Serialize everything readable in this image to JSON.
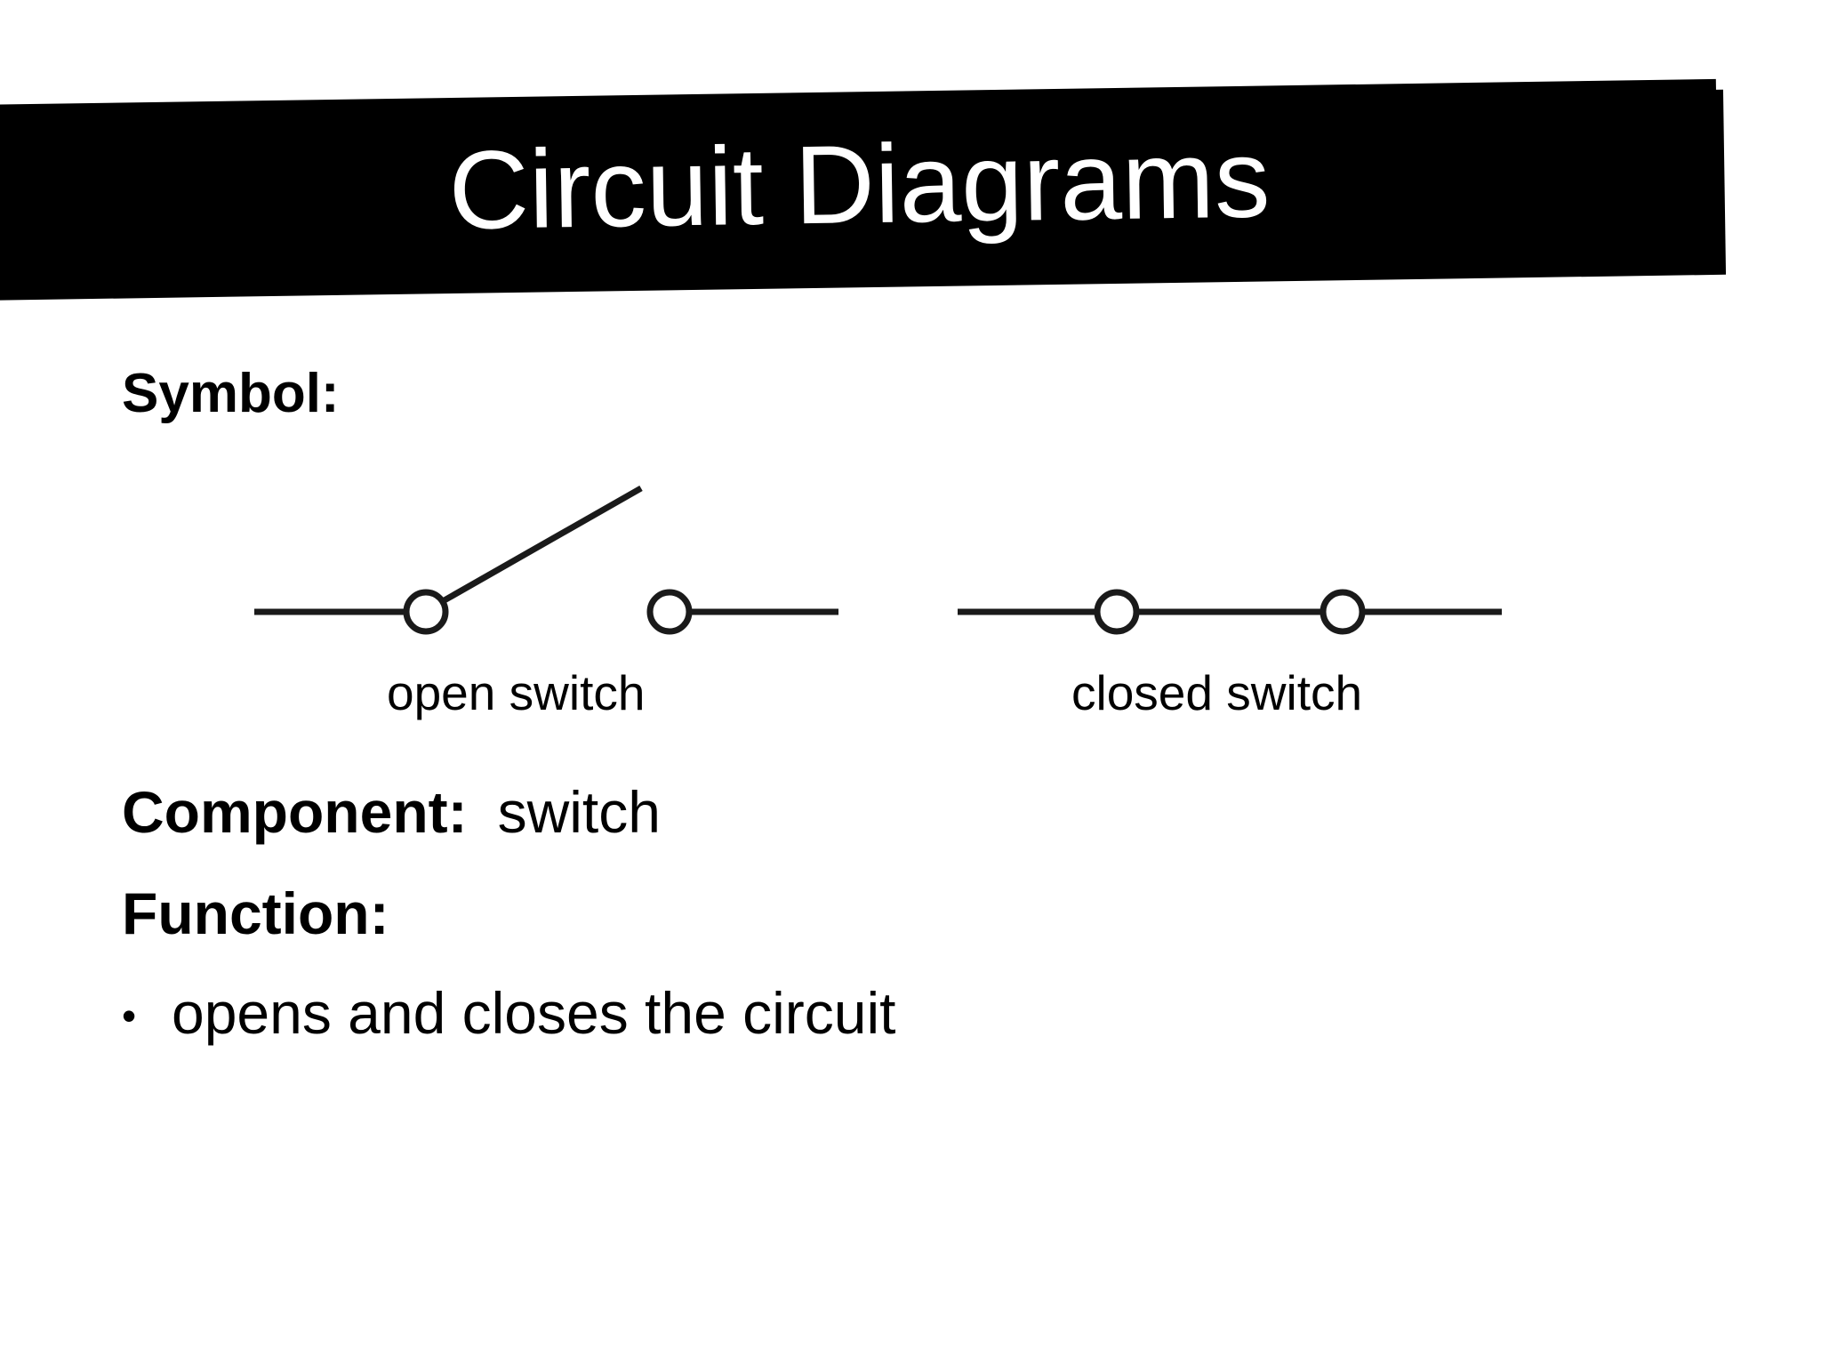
{
  "slide": {
    "title": "Circuit Diagrams",
    "background_color": "#ffffff",
    "banner_color": "#000000",
    "title_color": "#ffffff",
    "ink_color": "#1a1a1a"
  },
  "sections": {
    "symbol_label": "Symbol:",
    "component_label": "Component:",
    "component_value": "switch",
    "function_label": "Function:",
    "function_bullet_mark": "•",
    "function_bullet_text": "opens and closes the circuit"
  },
  "diagram": {
    "open_switch_caption": "open switch",
    "closed_switch_caption": "closed switch",
    "open_switch_icon": "open-switch-symbol",
    "closed_switch_icon": "closed-switch-symbol"
  }
}
